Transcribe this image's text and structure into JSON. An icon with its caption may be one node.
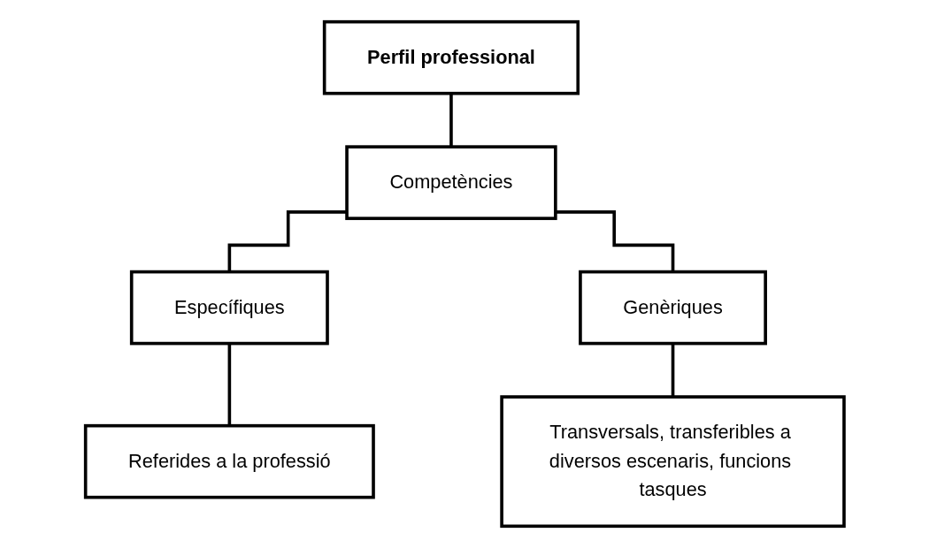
{
  "diagram": {
    "nodes": [
      {
        "text": [
          "Perfil professional"
        ]
      },
      {
        "text": [
          "Competències"
        ]
      },
      {
        "text": [
          "Específiques"
        ]
      },
      {
        "text": [
          "Genèriques"
        ]
      },
      {
        "text": [
          "Referides a la professió"
        ]
      },
      {
        "text": [
          "Transversals, transferibles a diversos escenaris, funcions tasques"
        ]
      }
    ],
    "edges": [
      {
        "from": 0,
        "to": 1,
        "arrow": "none"
      },
      {
        "from": 1,
        "to": 2,
        "arrow": "none"
      },
      {
        "from": 1,
        "to": 3,
        "arrow": "none"
      },
      {
        "from": 2,
        "to": 4,
        "arrow": "none"
      },
      {
        "from": 3,
        "to": 5,
        "arrow": "none"
      }
    ]
  }
}
